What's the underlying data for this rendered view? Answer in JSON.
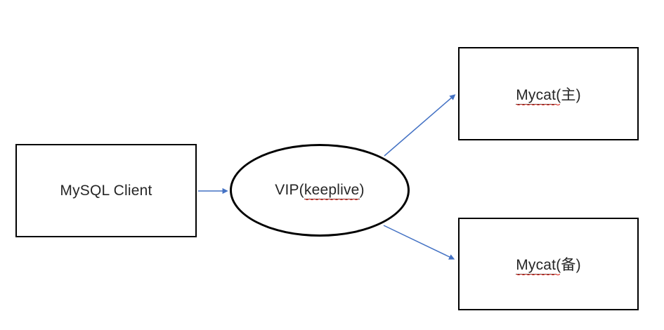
{
  "diagram": {
    "colors": {
      "arrow": "#4472c4",
      "shape_border": "#000000",
      "text": "#262626",
      "squiggle": "#e0362b",
      "underline": "#3f3f3f",
      "background": "#ffffff"
    },
    "nodes": {
      "client": {
        "shape": "rectangle",
        "label": "MySQL Client"
      },
      "vip": {
        "shape": "ellipse",
        "label_full": "VIP(keeplive)",
        "prefix": "VIP(",
        "misspelled_word": "keeplive",
        "suffix": ")"
      },
      "mycat_master": {
        "shape": "rectangle",
        "label_full": "Mycat(主)",
        "misspelled_word": "Mycat",
        "paren": "(",
        "rest": "主)"
      },
      "mycat_backup": {
        "shape": "rectangle",
        "label_full": "Mycat(备)",
        "misspelled_word": "Mycat",
        "paren": "(",
        "rest": "备)"
      }
    },
    "edges": [
      {
        "from": "client",
        "to": "vip"
      },
      {
        "from": "vip",
        "to": "mycat_master"
      },
      {
        "from": "vip",
        "to": "mycat_backup"
      }
    ]
  }
}
